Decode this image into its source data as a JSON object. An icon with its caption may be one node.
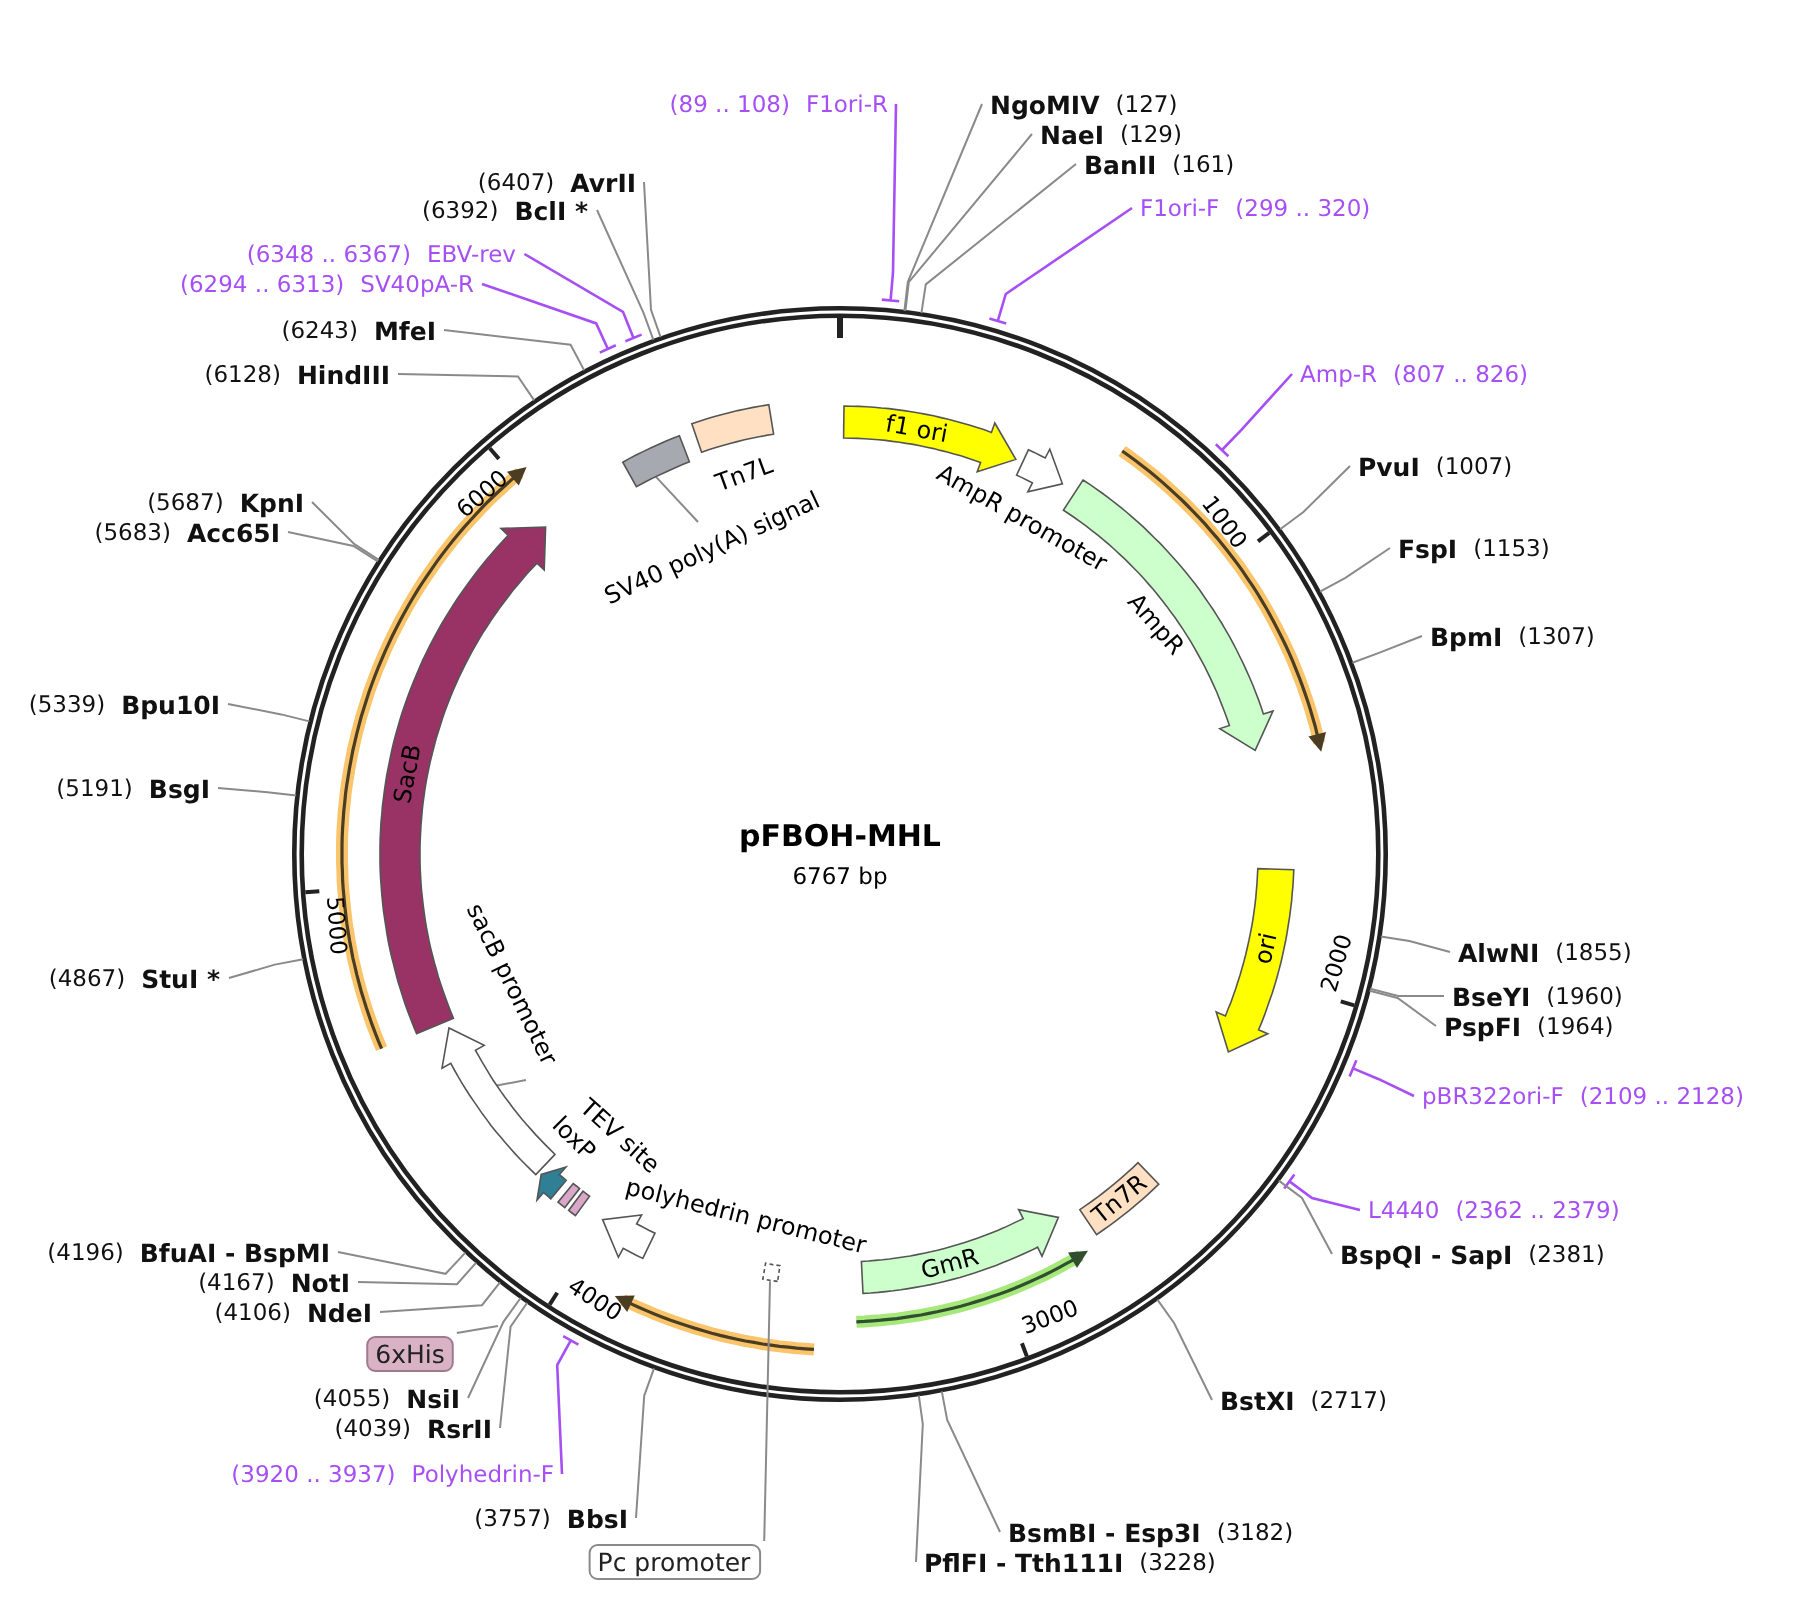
{
  "diagram": {
    "title": "pFBOH-MHL",
    "nodes": [
      {
        "text": [
          "f1 ori"
        ]
      },
      {
        "text": [],
        "shape": "arrow",
        "beside": [
          "AmpR promoter"
        ]
      },
      {
        "text": [],
        "shape": "arrow",
        "beside": [
          "AmpR"
        ]
      },
      {
        "text": [
          "ori"
        ]
      },
      {
        "text": [
          "Tn7R"
        ]
      },
      {
        "text": [
          "GmR"
        ]
      },
      {
        "text": [],
        "shape": "arrow",
        "beside": [
          "polyhedrin promoter"
        ]
      },
      {
        "text": [],
        "shape": "box"
      },
      {
        "text": [
          "Pc promoter"
        ]
      },
      {
        "text": [],
        "shape": "box",
        "beside": [
          "TEV site"
        ]
      },
      {
        "text": [],
        "shape": "arrow",
        "beside": [
          "loxP"
        ]
      },
      {
        "text": [],
        "shape": "arrow"
      },
      {
        "text": [
          "sacB promoter"
        ]
      },
      {
        "text": [
          "SacB"
        ]
      },
      {
        "text": [],
        "shape": "box"
      },
      {
        "text": [
          "SV40 poly(A) signal"
        ]
      },
      {
        "text": [],
        "shape": "box",
        "beside": [
          "Tn7L"
        ]
      },
      {
        "text": [
          "6xHis"
        ]
      },
      {
        "text": [
          "(89 .. 108)",
          "F1ori-R"
        ]
      },
      {
        "text": [
          "NgoMIV",
          "(127)"
        ]
      },
      {
        "text": [
          "NaeI",
          "(129)"
        ]
      },
      {
        "text": [
          "BanII",
          "(161)"
        ]
      },
      {
        "text": [
          "F1ori-F",
          "(299 .. 320)"
        ]
      },
      {
        "text": [
          "Amp-R",
          "(807 .. 826)"
        ]
      },
      {
        "text": [
          "PvuI",
          "(1007)"
        ]
      },
      {
        "text": [
          "FspI",
          "(1153)"
        ]
      },
      {
        "text": [
          "BpmI",
          "(1307)"
        ]
      },
      {
        "text": [
          "AlwNI",
          "(1855)"
        ]
      },
      {
        "text": [
          "BseYI",
          "(1960)"
        ]
      },
      {
        "text": [
          "PspFI",
          "(1964)"
        ]
      },
      {
        "text": [
          "pBR322ori-F",
          "(2109 .. 2128)"
        ]
      },
      {
        "text": [
          "L4440",
          "(2362 .. 2379)"
        ]
      },
      {
        "text": [
          "BspQI - SapI",
          "(2381)"
        ]
      },
      {
        "text": [
          "BstXI",
          "(2717)"
        ]
      },
      {
        "text": [
          "BsmBI - Esp3I",
          "(3182)"
        ]
      },
      {
        "text": [
          "PflFI - Tth111I",
          "(3228)"
        ]
      },
      {
        "text": [
          "(3757)",
          "BbsI"
        ]
      },
      {
        "text": [
          "(3920 .. 3937)",
          "Polyhedrin-F"
        ]
      },
      {
        "text": [
          "(4039)",
          "RsrII"
        ]
      },
      {
        "text": [
          "(4055)",
          "NsiI"
        ]
      },
      {
        "text": [
          "(4106)",
          "NdeI"
        ]
      },
      {
        "text": [
          "(4167)",
          "NotI"
        ]
      },
      {
        "text": [
          "(4196)",
          "BfuAI - BspMI"
        ]
      },
      {
        "text": [
          "(4867)",
          "StuI *"
        ]
      },
      {
        "text": [
          "(5191)",
          "BsgI"
        ]
      },
      {
        "text": [
          "(5339)",
          "Bpu10I"
        ]
      },
      {
        "text": [
          "(5683)",
          "Acc65I"
        ]
      },
      {
        "text": [
          "(5687)",
          "KpnI"
        ]
      },
      {
        "text": [
          "(6128)",
          "HindIII"
        ]
      },
      {
        "text": [
          "(6243)",
          "MfeI"
        ]
      },
      {
        "text": [
          "(6294 .. 6313)",
          "SV40pA-R"
        ]
      },
      {
        "text": [
          "(6348 .. 6367)",
          "EBV-rev"
        ]
      },
      {
        "text": [
          "(6392)",
          "BclI *"
        ]
      },
      {
        "text": [
          "(6407)",
          "AvrII"
        ]
      }
    ],
    "edges": [
      {
        "from": 8,
        "to": 7,
        "arrow": "none"
      },
      {
        "from": 12,
        "to": 11,
        "arrow": "none"
      },
      {
        "from": 15,
        "to": 14,
        "arrow": "none"
      },
      {
        "from": 17,
        "to": null,
        "arrow": "none"
      },
      {
        "from": 18,
        "to": null,
        "arrow": "none",
        "color": "#a64ff5"
      },
      {
        "from": 19,
        "to": null,
        "arrow": "none"
      },
      {
        "from": 20,
        "to": null,
        "arrow": "none"
      },
      {
        "from": 21,
        "to": null,
        "arrow": "none"
      },
      {
        "from": 22,
        "to": null,
        "arrow": "none",
        "color": "#a64ff5"
      },
      {
        "from": 23,
        "to": null,
        "arrow": "none",
        "color": "#a64ff5"
      },
      {
        "from": 24,
        "to": null,
        "arrow": "none"
      },
      {
        "from": 25,
        "to": null,
        "arrow": "none"
      },
      {
        "from": 26,
        "to": null,
        "arrow": "none"
      },
      {
        "from": 27,
        "to": null,
        "arrow": "none"
      },
      {
        "from": 28,
        "to": null,
        "arrow": "none"
      },
      {
        "from": 29,
        "to": null,
        "arrow": "none"
      },
      {
        "from": 30,
        "to": null,
        "arrow": "none",
        "color": "#a64ff5"
      },
      {
        "from": 31,
        "to": null,
        "arrow": "none",
        "color": "#a64ff5"
      },
      {
        "from": 32,
        "to": null,
        "arrow": "none"
      },
      {
        "from": 33,
        "to": null,
        "arrow": "none"
      },
      {
        "from": 34,
        "to": null,
        "arrow": "none"
      },
      {
        "from": 35,
        "to": null,
        "arrow": "none"
      },
      {
        "from": 36,
        "to": null,
        "arrow": "none"
      },
      {
        "from": 37,
        "to": null,
        "arrow": "none",
        "color": "#a64ff5"
      },
      {
        "from": 38,
        "to": null,
        "arrow": "none"
      },
      {
        "from": 39,
        "to": null,
        "arrow": "none"
      },
      {
        "from": 40,
        "to": null,
        "arrow": "none"
      },
      {
        "from": 41,
        "to": null,
        "arrow": "none"
      },
      {
        "from": 42,
        "to": null,
        "arrow": "none"
      },
      {
        "from": 43,
        "to": null,
        "arrow": "none"
      },
      {
        "from": 44,
        "to": null,
        "arrow": "none"
      },
      {
        "from": 45,
        "to": null,
        "arrow": "none"
      },
      {
        "from": 46,
        "to": null,
        "arrow": "none"
      },
      {
        "from": 47,
        "to": null,
        "arrow": "none"
      },
      {
        "from": 48,
        "to": null,
        "arrow": "none"
      },
      {
        "from": 49,
        "to": null,
        "arrow": "none"
      },
      {
        "from": 50,
        "to": null,
        "arrow": "none",
        "color": "#a64ff5"
      },
      {
        "from": 51,
        "to": null,
        "arrow": "none",
        "color": "#a64ff5"
      },
      {
        "from": 52,
        "to": null,
        "arrow": "none"
      },
      {
        "from": 53,
        "to": null,
        "arrow": "none"
      }
    ],
    "labels": [
      "6767 bp",
      "1000",
      "2000",
      "3000",
      "4000",
      "5000",
      "6000"
    ]
  }
}
